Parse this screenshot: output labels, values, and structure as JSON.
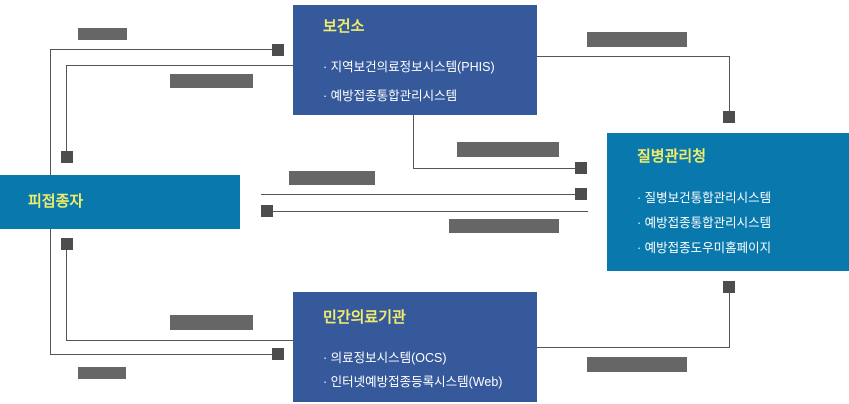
{
  "nodes": {
    "vaccinee": {
      "title": "피접종자"
    },
    "health_center": {
      "title": "보건소",
      "items": [
        "· 지역보건의료정보시스템(PHIS)",
        "· 예방접종통합관리시스템"
      ]
    },
    "kdca": {
      "title": "질병관리청",
      "items": [
        "· 질병보건통합관리시스템",
        "· 예방접종통합관리시스템",
        "· 예방접종도우미홈페이지"
      ]
    },
    "private_clinic": {
      "title": "민간의료기관",
      "items": [
        "· 의료정보시스템(OCS)",
        "· 인터넷예방접종등록시스템(Web)"
      ]
    }
  },
  "colors": {
    "teal_box": "#0878ad",
    "navy_box": "#35599b",
    "title_yellow": "#f0ec6d",
    "item_text": "#ffffff",
    "connector_line": "#555555",
    "arrow_square_marker": "#4d4d4d",
    "redacted_label_gray": "#666666",
    "background": "#ffffff"
  }
}
